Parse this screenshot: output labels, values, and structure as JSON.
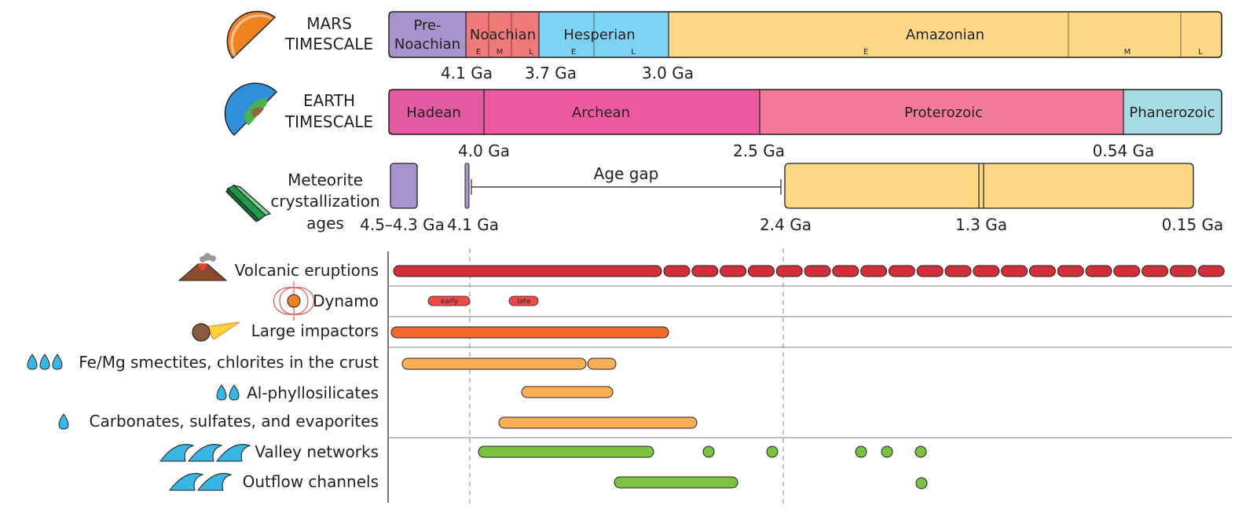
{
  "mars": {
    "title": [
      "MARS",
      "TIMESCALE"
    ],
    "periods": [
      {
        "name": [
          "Pre-",
          "Noachian"
        ],
        "color": "#a794cc"
      },
      {
        "name": [
          "Noachian"
        ],
        "color": "#f07a7a",
        "subs": [
          "E",
          "M",
          "L"
        ]
      },
      {
        "name": [
          "Hesperian"
        ],
        "color": "#7dd3f3",
        "subs": [
          "E",
          "L"
        ]
      },
      {
        "name": [
          "Amazonian"
        ],
        "color": "#fdd886",
        "subs": [
          "E",
          "M",
          "L"
        ]
      }
    ],
    "ages": [
      "4.1 Ga",
      "3.7 Ga",
      "3.0 Ga"
    ]
  },
  "earth": {
    "title": [
      "EARTH",
      "TIMESCALE"
    ],
    "eons": [
      {
        "name": "Hadean",
        "color": "#e15aa2"
      },
      {
        "name": "Archean",
        "color": "#ee5a9f"
      },
      {
        "name": "Proterozoic",
        "color": "#f27a9a"
      },
      {
        "name": "Phanerozoic",
        "color": "#a6dde3"
      }
    ],
    "ages": [
      "4.0 Ga",
      "2.5 Ga",
      "0.54 Ga"
    ]
  },
  "meteorite": {
    "title": [
      "Meteorite",
      "crystallization",
      "ages"
    ],
    "gap_label": "Age gap",
    "ages": [
      "4.5–4.3 Ga",
      "4.1 Ga",
      "2.4 Ga",
      "1.3 Ga",
      "0.15 Ga"
    ],
    "colors": {
      "old": "#a794cc",
      "young": "#fdd886"
    }
  },
  "activities": [
    {
      "label": "Volcanic eruptions",
      "icon": "volcano-icon"
    },
    {
      "label": "Dynamo",
      "icon": "dynamo-icon",
      "tags": [
        "early",
        "late"
      ]
    },
    {
      "label": "Large impactors",
      "icon": "meteor-icon"
    },
    {
      "label": "Fe/Mg smectites, chlorites in the crust",
      "icon": "water-drops-three-icon"
    },
    {
      "label": "Al-phyllosilicates",
      "icon": "water-drops-two-icon"
    },
    {
      "label": "Carbonates, sulfates, and evaporites",
      "icon": "water-drop-one-icon"
    },
    {
      "label": "Valley networks",
      "icon": "waves-three-icon"
    },
    {
      "label": "Outflow channels",
      "icon": "waves-two-icon"
    }
  ],
  "colors": {
    "volcanic": "#d12f3a",
    "dynamo": "#ee4a4a",
    "impactor": "#f26a2e",
    "aqueous": "#fbb058",
    "fluvial": "#7cc242",
    "water": "#38b7e6",
    "outline": "#231f20"
  }
}
